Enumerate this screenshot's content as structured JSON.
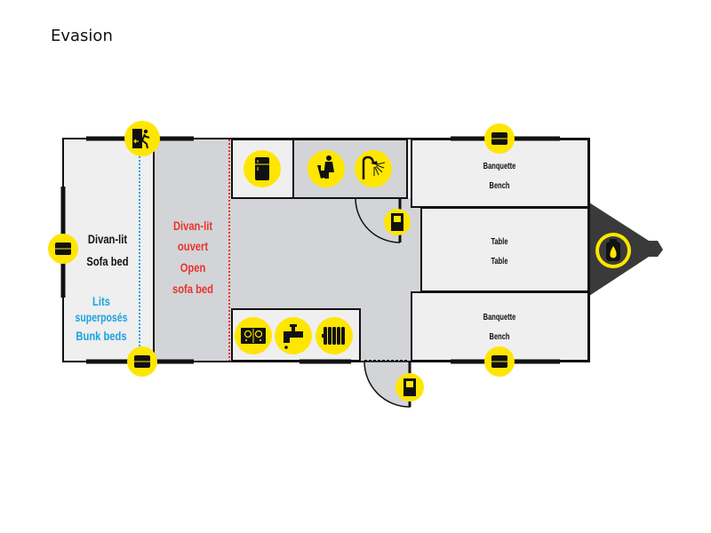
{
  "title": "Evasion",
  "colors": {
    "wall": "#111111",
    "room_light": "#efeff0",
    "room_grey": "#d3d4d7",
    "icon_bg": "#ffe600",
    "icon_fg": "#111111",
    "drawbar": "#3a3a3a",
    "red_text": "#e8332e",
    "blue_text": "#1aa3e0"
  },
  "rooms": {
    "sofa_bed": {
      "fr": "Divan-lit",
      "en": "Sofa bed"
    },
    "bunk_beds": {
      "fr1": "Lits",
      "fr2": "superposés",
      "en": "Bunk beds"
    },
    "open_sofa_bed": {
      "fr1": "Divan-lit",
      "fr2": "ouvert",
      "en1": "Open",
      "en2": "sofa bed"
    },
    "bench_top": {
      "fr": "Banquette",
      "en": "Bench"
    },
    "table": {
      "fr": "Table",
      "en": "Table"
    },
    "bench_bottom": {
      "fr": "Banquette",
      "en": "Bench"
    }
  },
  "icons": [
    "emergency-exit-icon",
    "window-icon",
    "fridge-icon",
    "toilet-icon",
    "shower-icon",
    "door-icon",
    "stove-icon",
    "faucet-icon",
    "heater-icon",
    "gas-bottle-icon"
  ]
}
